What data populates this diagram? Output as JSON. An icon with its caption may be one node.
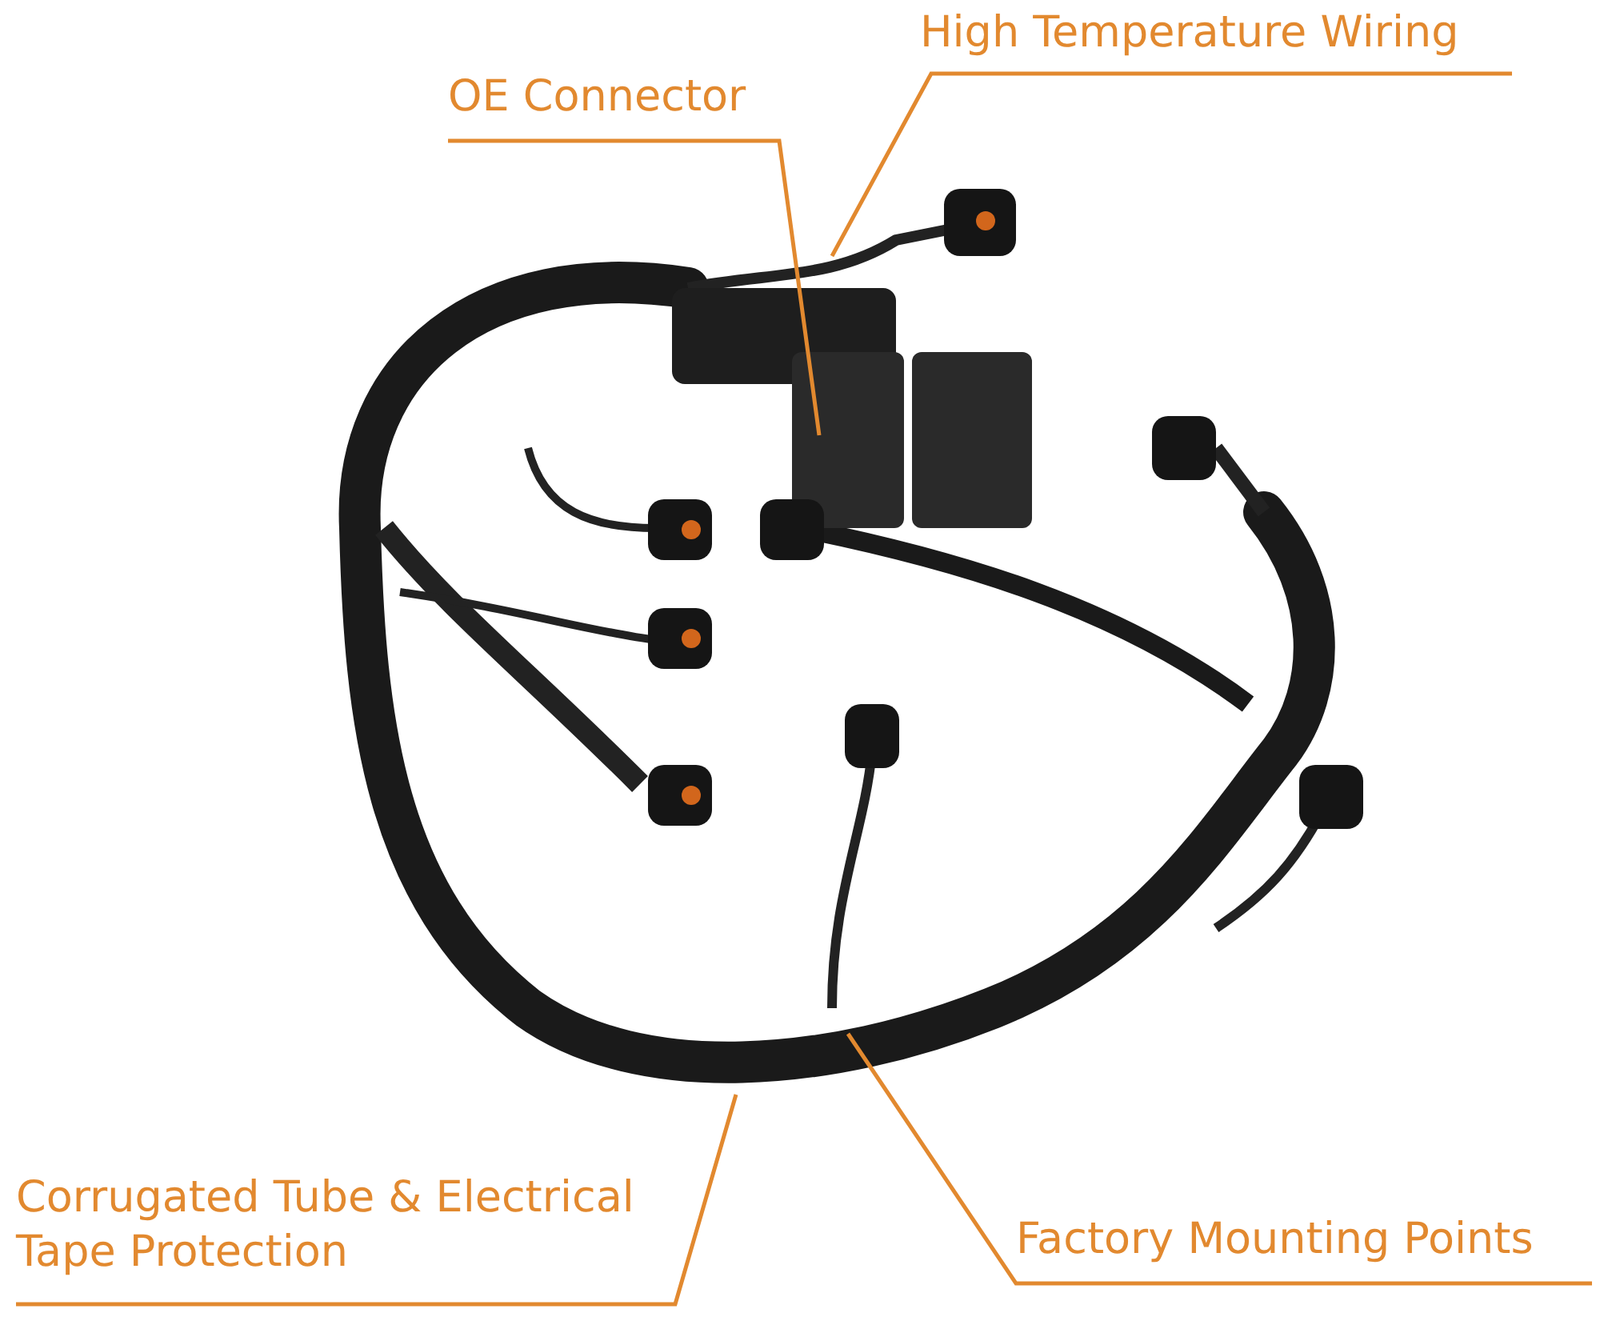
{
  "diagram": {
    "nodes": [
      {
        "text": [
          "High Temperature Wiring"
        ]
      },
      {
        "text": [
          "OE Connector"
        ]
      },
      {
        "text": [
          "Corrugated Tube & Electrical Tape Protection"
        ]
      },
      {
        "text": [
          "Factory Mounting Points"
        ]
      }
    ],
    "edges": [
      {
        "from": 0,
        "to": null,
        "arrow": "none"
      },
      {
        "from": 1,
        "to": null,
        "arrow": "none"
      },
      {
        "from": 2,
        "to": null,
        "arrow": "none"
      },
      {
        "from": 3,
        "to": null,
        "arrow": "none"
      }
    ]
  }
}
